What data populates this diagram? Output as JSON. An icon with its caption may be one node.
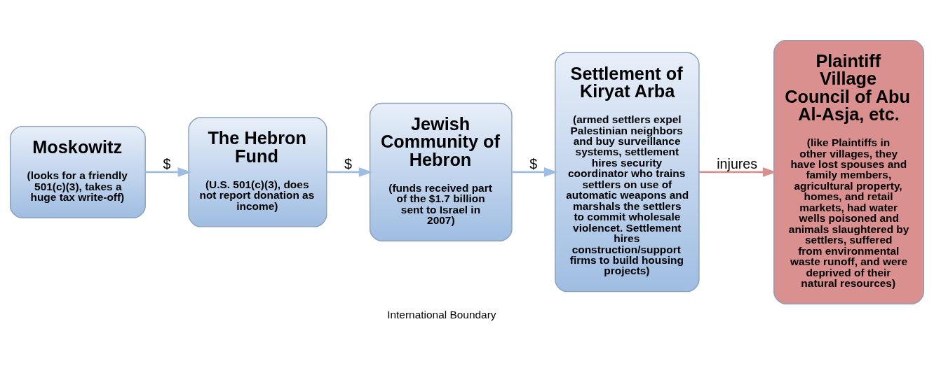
{
  "diagram": {
    "nodes": [
      {
        "text": [
          "Moskowitz",
          "(looks for a friendly 501(c)(3), takes a huge tax write-off)"
        ]
      },
      {
        "text": [
          "The Hebron Fund",
          "(U.S. 501(c)(3), does not report donation as income)"
        ]
      },
      {
        "text": [
          "Jewish Community of Hebron",
          "(funds received part of the $1.7 billion sent to Israel in 2007)"
        ]
      },
      {
        "text": [
          "Settlement of Kiryat Arba",
          "(armed settlers expel Palestinian neighbors and buy surveillance systems, settlement hires security coordinator who trains settlers on use of automatic weapons and marshals the settlers to commit wholesale violencet. Settlement hires construction/support firms to build housing projects)"
        ]
      },
      {
        "text": [
          "Plaintiff Village Council of Abu Al-Asja, etc.",
          "(like Plaintiffs in other villages, they have lost spouses and family members, agricultural property, homes, and retail markets, had water wells poisoned and animals slaughtered by settlers, suffered from environmental waste runoff, and were deprived of their natural resources)"
        ]
      }
    ],
    "edges": [
      {
        "from": 0,
        "to": 1,
        "arrow": "to",
        "label": "$"
      },
      {
        "from": 1,
        "to": 2,
        "arrow": "to",
        "label": "$"
      },
      {
        "from": 2,
        "to": 3,
        "arrow": "to",
        "label": "$"
      },
      {
        "from": 3,
        "to": 4,
        "arrow": "to",
        "label": "injures",
        "color": "#d9908f"
      }
    ],
    "labels": [
      "International Boundary"
    ]
  }
}
